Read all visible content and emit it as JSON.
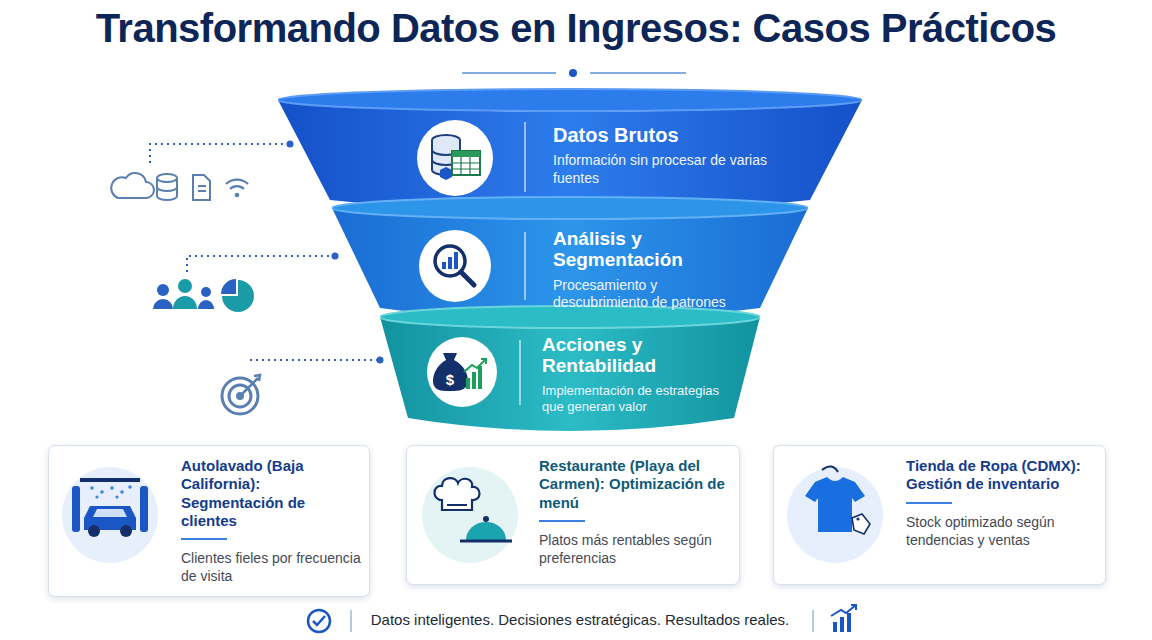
{
  "diagram": {
    "title": "Transformando Datos en Ingresos: Casos Prácticos",
    "caption": "Datos inteligentes. Decisiones estratégicas. Resultados reales.",
    "nodes": [
      {
        "text": [
          "Datos Brutos",
          "Información sin procesar de varias fuentes"
        ]
      },
      {
        "text": [
          "Análisis y Segmentación",
          "Procesamiento y descubrimiento de patrones"
        ]
      },
      {
        "text": [
          "Acciones y Rentabilidad",
          "Implementación de estrategias que generan valor"
        ]
      },
      {
        "text": [
          "Autolavado (Baja California): Segmentación de clientes",
          "Clientes fieles por frecuencia de visita"
        ]
      },
      {
        "text": [
          "Restaurante (Playa del Carmen): Optimización de menú",
          "Platos más rentables según preferencias"
        ]
      },
      {
        "text": [
          "Tienda de Ropa (CDMX): Gestión de inventario",
          "Stock optimizado según tendencias y ventas"
        ]
      }
    ]
  }
}
